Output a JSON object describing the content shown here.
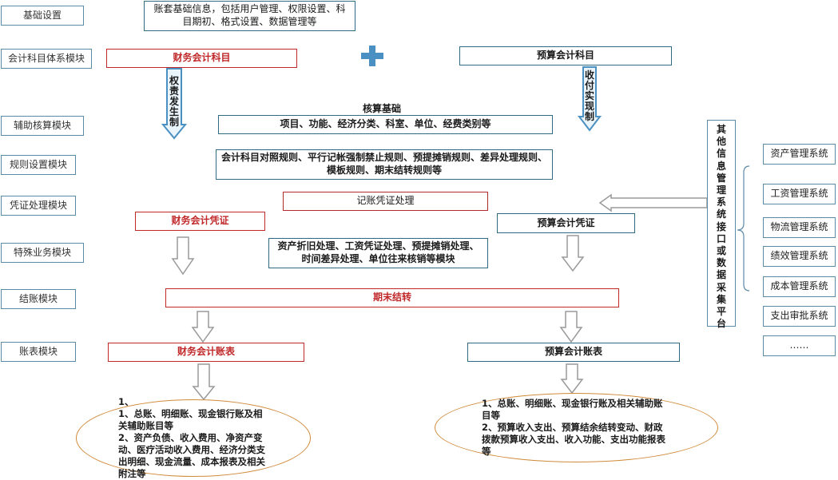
{
  "modules": {
    "basic": "基础设置",
    "subject": "会计科目体系模块",
    "aux": "辅助核算模块",
    "rule": "规则设置模块",
    "voucher": "凭证处理模块",
    "special": "特殊业务模块",
    "closing": "结账模块",
    "report": "账表模块"
  },
  "basic_info": "账套基础信息，包括用户管理、权限设置、科目期初、格式设置、数据管理等",
  "fin_subject": "财务会计科目",
  "budget_subject": "预算会计科目",
  "fin_arrow_label": "权责发生制",
  "budget_arrow_label": "收付实现制",
  "core_basis_title": "核算基础",
  "core_basis": "项目、功能、经济分类、科室、单位、经费类别等",
  "rules": "会计科目对照规则、平行记帐强制禁止规则、预提摊销规则、差异处理规则、模板规则、期末结转规则等",
  "voucher_process": "记账凭证处理",
  "fin_voucher": "财务会计凭证",
  "budget_voucher": "预算会计凭证",
  "special_business": "资产折旧处理、工资凭证处理、预提摊销处理、时间差异处理、单位往来核销等模块",
  "period_end": "期末结转",
  "fin_report": "财务会计账表",
  "budget_report": "预算会计账表",
  "fin_ellipse": "1、\n1、总账、明细账、现金银行账及相关辅助账目等\n2、资产负债、收入费用、净资产变动、医疗活动收入费用、经济分类支出明细、现金流量、成本报表及相关附注等",
  "budget_ellipse": "1、总账、明细账、现金银行账及相关辅助账目等\n2、预算收入支出、预算结余结转变动、财政拨款预算收入支出、收入功能、支出功能报表等",
  "other_systems_title": "其他信息管理系统接口或数据采集平台",
  "systems": [
    "资产管理系统",
    "工资管理系统",
    "物流管理系统",
    "绩效管理系统",
    "成本管理系统",
    "支出审批系统",
    "……"
  ],
  "colors": {
    "accent_red": "#c0282a",
    "border_blue": "#5b8aa6",
    "ellipse_orange": "#d08a3a",
    "arrow_blue": "#4a90c2"
  }
}
